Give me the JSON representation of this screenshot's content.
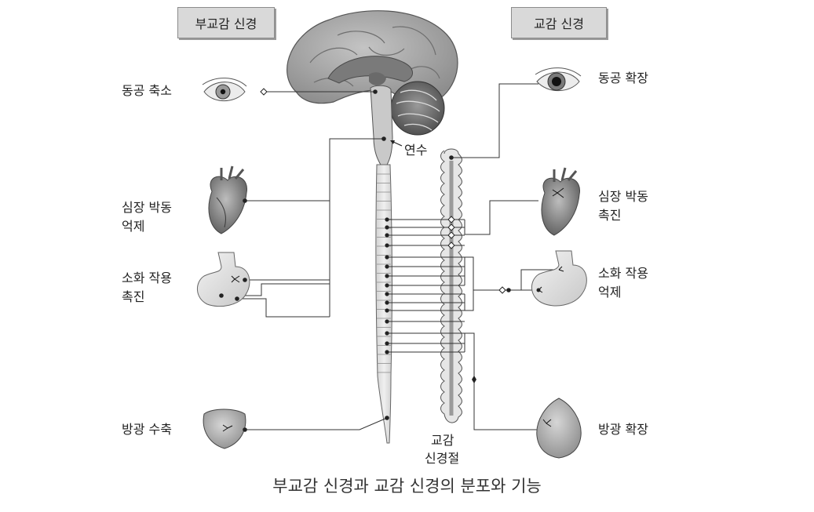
{
  "headers": {
    "parasympathetic": "부교감 신경",
    "sympathetic": "교감 신경"
  },
  "left_labels": {
    "pupil": "동공 축소",
    "heart_line1": "심장 박동",
    "heart_line2": "억제",
    "digest_line1": "소화 작용",
    "digest_line2": "촉진",
    "bladder": "방광 수축"
  },
  "right_labels": {
    "pupil": "동공 확장",
    "heart_line1": "심장 박동",
    "heart_line2": "촉진",
    "digest_line1": "소화 작용",
    "digest_line2": "억제",
    "bladder": "방광 확장"
  },
  "center_labels": {
    "medulla": "연수",
    "ganglion_line1": "교감",
    "ganglion_line2": "신경절"
  },
  "caption": "부교감 신경과 교감 신경의 분포와 기능"
}
